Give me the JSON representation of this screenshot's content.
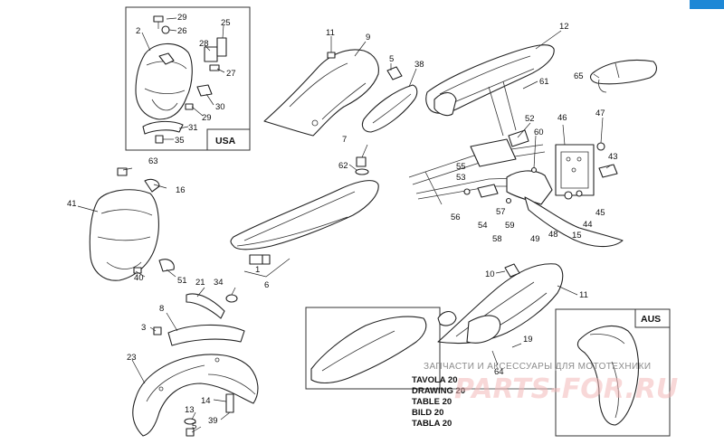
{
  "callouts": [
    "29",
    "26",
    "2",
    "25",
    "28",
    "27",
    "30",
    "31",
    "29",
    "35",
    "11",
    "9",
    "5",
    "38",
    "12",
    "61",
    "65",
    "52",
    "46",
    "47",
    "60",
    "55",
    "53",
    "43",
    "57",
    "56",
    "54",
    "59",
    "58",
    "49",
    "48",
    "44",
    "45",
    "15",
    "7",
    "62",
    "63",
    "16",
    "41",
    "40",
    "51",
    "21",
    "34",
    "1",
    "6",
    "8",
    "3",
    "23",
    "14",
    "39",
    "13",
    "5",
    "10",
    "11",
    "19",
    "64"
  ],
  "boxes": {
    "usa": "USA",
    "aus": "AUS"
  },
  "table_lines": [
    "TAVOLA 20",
    "DRAWING 20",
    "TABLE 20",
    "BILD 20",
    "TABLA 20"
  ],
  "watermark": {
    "text": "ЗАПЧАСТИ И АКСЕССУАРЫ ДЛЯ МОТОТЕХНИКИ",
    "logo": "PARTS-FOR.RU"
  },
  "colors": {
    "corner_badge": "#1e88d6",
    "watermark_logo": "#f3b8b8"
  }
}
